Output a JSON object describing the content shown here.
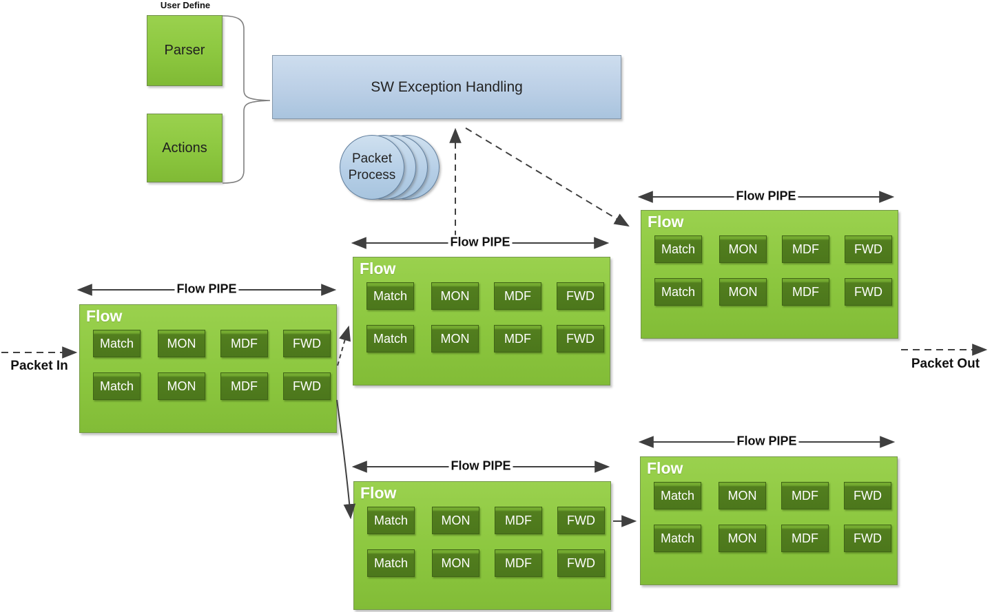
{
  "user_define": {
    "label": "User Define",
    "parser": "Parser",
    "actions": "Actions"
  },
  "exception": {
    "label": "SW Exception Handling"
  },
  "packet_process": {
    "line1": "Packet",
    "line2": "Process"
  },
  "packet_in": "Packet In",
  "packet_out": "Packet Out",
  "pipes": [
    {
      "id": "pipe-in",
      "pipe_label": "Flow PIPE",
      "flow_label": "Flow",
      "stages": [
        [
          "Match",
          "MON",
          "MDF",
          "FWD"
        ],
        [
          "Match",
          "MON",
          "MDF",
          "FWD"
        ]
      ]
    },
    {
      "id": "pipe-middle-upper",
      "pipe_label": "Flow PIPE",
      "flow_label": "Flow",
      "stages": [
        [
          "Match",
          "MON",
          "MDF",
          "FWD"
        ],
        [
          "Match",
          "MON",
          "MDF",
          "FWD"
        ]
      ]
    },
    {
      "id": "pipe-out-upper",
      "pipe_label": "Flow PIPE",
      "flow_label": "Flow",
      "stages": [
        [
          "Match",
          "MON",
          "MDF",
          "FWD"
        ],
        [
          "Match",
          "MON",
          "MDF",
          "FWD"
        ]
      ]
    },
    {
      "id": "pipe-middle-lower",
      "pipe_label": "Flow PIPE",
      "flow_label": "Flow",
      "stages": [
        [
          "Match",
          "MON",
          "MDF",
          "FWD"
        ],
        [
          "Match",
          "MON",
          "MDF",
          "FWD"
        ]
      ]
    },
    {
      "id": "pipe-out-lower",
      "pipe_label": "Flow PIPE",
      "flow_label": "Flow",
      "stages": [
        [
          "Match",
          "MON",
          "MDF",
          "FWD"
        ],
        [
          "Match",
          "MON",
          "MDF",
          "FWD"
        ]
      ]
    }
  ],
  "colors": {
    "pipe_fill": "#8cc73f",
    "stage_fill": "#4c771c",
    "exception_fill": "#bbcfe6",
    "connector": "#3f3f3f"
  }
}
